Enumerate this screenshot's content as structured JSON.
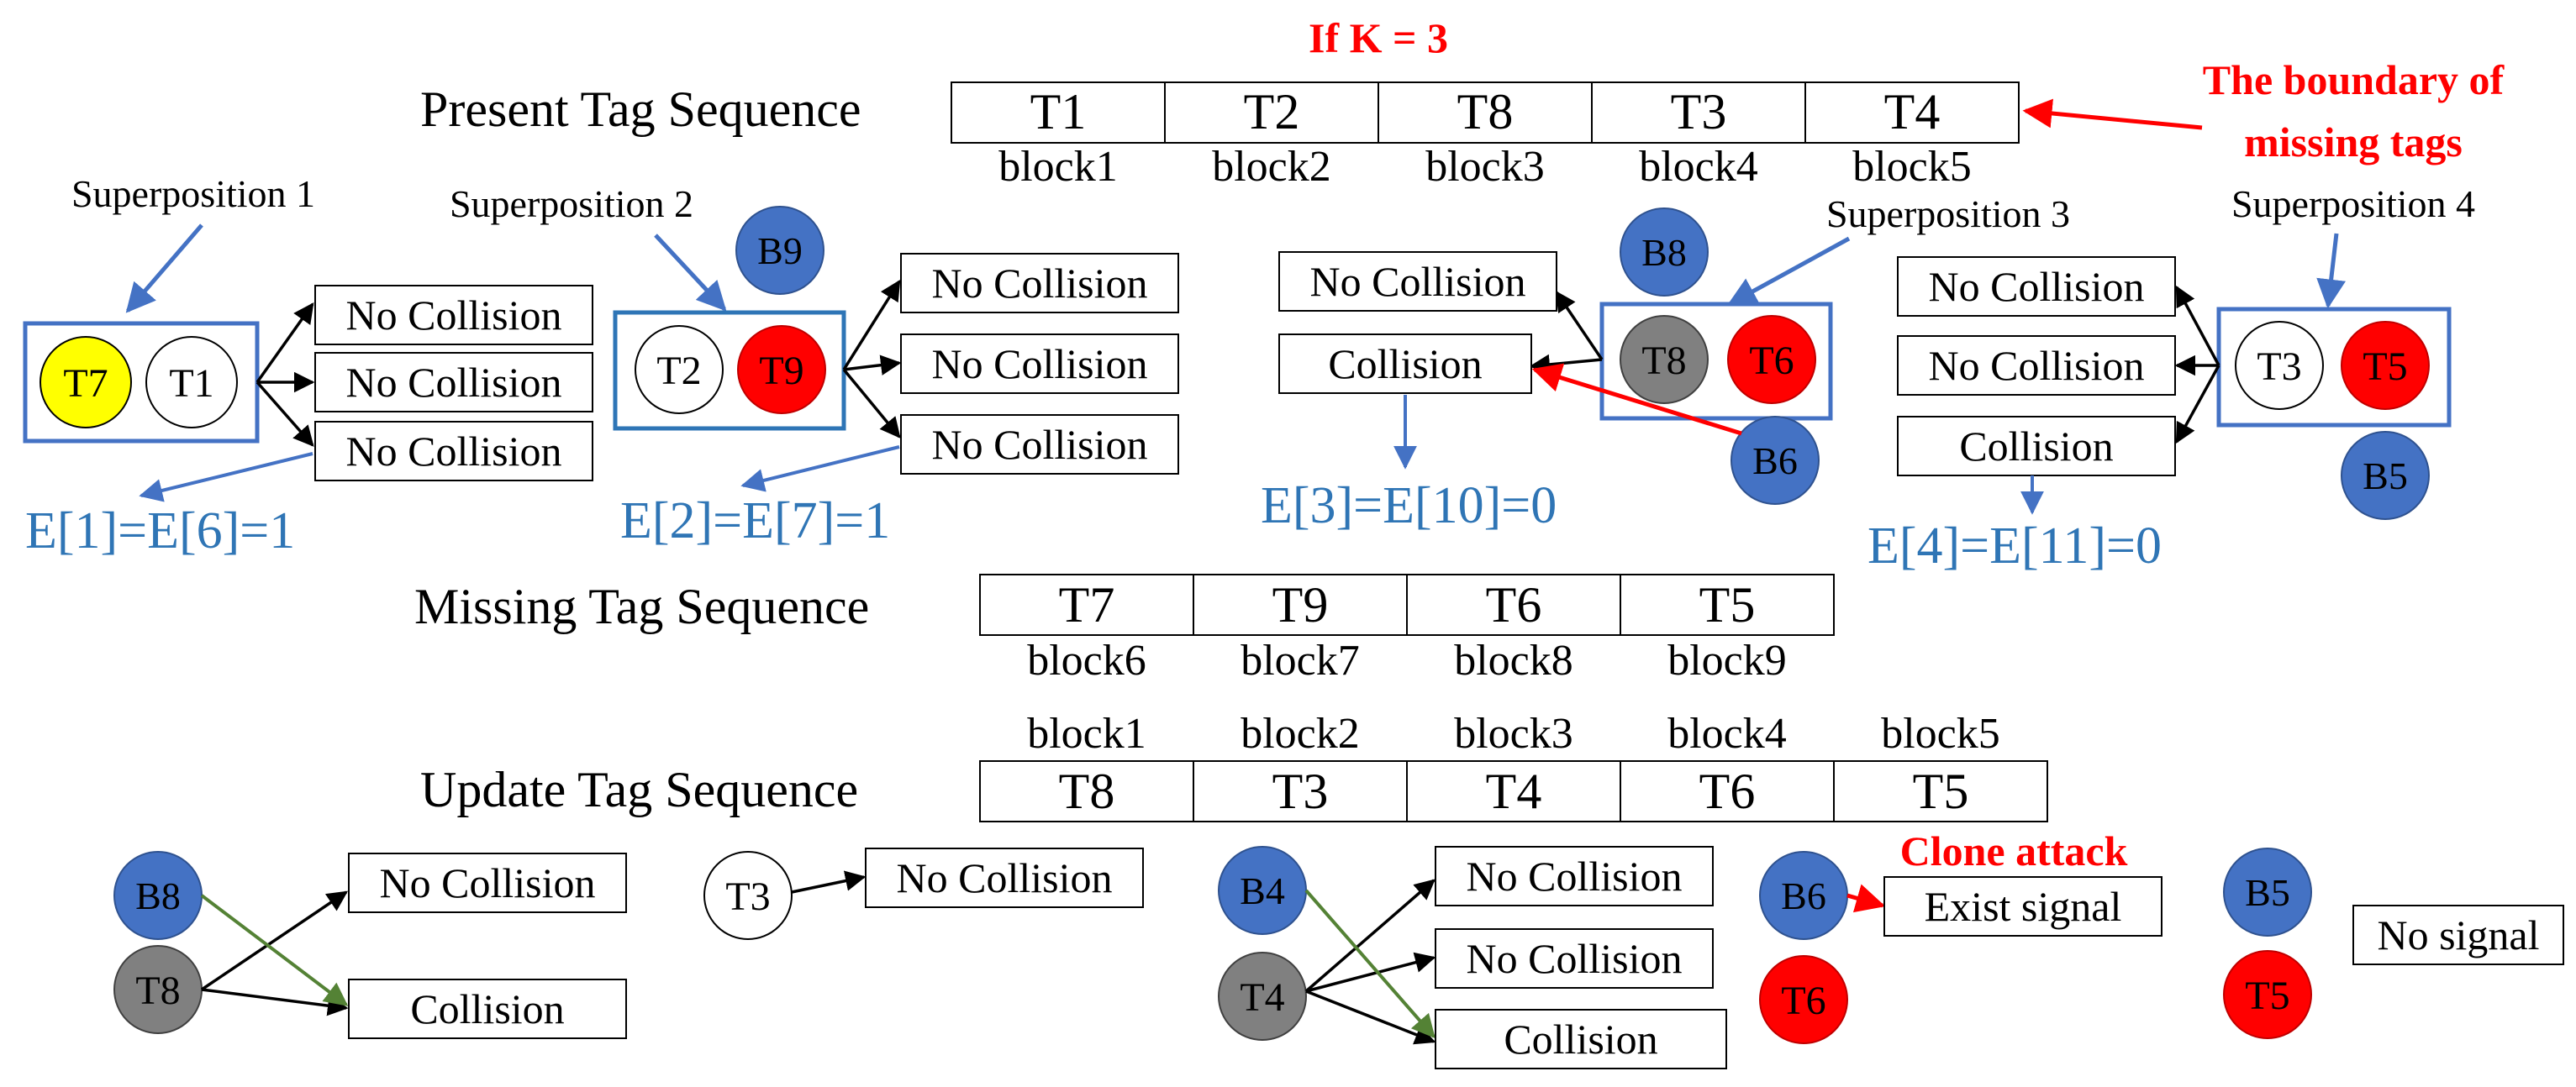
{
  "title": "If K = 3",
  "boundary_note": [
    "The boundary of",
    "missing tags"
  ],
  "clone_attack": "Clone attack",
  "rows": {
    "present": {
      "label": "Present Tag Sequence",
      "cells": [
        "T1",
        "T2",
        "T8",
        "T3",
        "T4"
      ],
      "blocks": [
        "block1",
        "block2",
        "block3",
        "block4",
        "block5"
      ]
    },
    "missing": {
      "label": "Missing Tag Sequence",
      "cells": [
        "T7",
        "T9",
        "T6",
        "T5"
      ],
      "blocks": [
        "block6",
        "block7",
        "block8",
        "block9"
      ]
    },
    "update": {
      "label": "Update Tag Sequence",
      "cells": [
        "T8",
        "T3",
        "T4",
        "T6",
        "T5"
      ],
      "blocks": [
        "block1",
        "block2",
        "block3",
        "block4",
        "block5"
      ]
    }
  },
  "superpositions": [
    {
      "label": "Superposition 1",
      "tags": [
        "T7",
        "T1"
      ],
      "results": [
        "No Collision",
        "No Collision",
        "No Collision"
      ],
      "equation": "E[1]=E[6]=1"
    },
    {
      "label": "Superposition 2",
      "tags": [
        "T2",
        "T9"
      ],
      "extra": "B9",
      "results": [
        "No Collision",
        "No Collision",
        "No Collision"
      ],
      "equation": "E[2]=E[7]=1"
    },
    {
      "label": "Superposition 3",
      "tags": [
        "T8",
        "T6"
      ],
      "extra": [
        "B8",
        "B6"
      ],
      "results": [
        "No Collision",
        "Collision"
      ],
      "equation": "E[3]=E[10]=0"
    },
    {
      "label": "Superposition 4",
      "tags": [
        "T3",
        "T5"
      ],
      "extra": "B5",
      "results": [
        "No Collision",
        "No Collision",
        "Collision"
      ],
      "equation": "E[4]=E[11]=0"
    }
  ],
  "bottom": {
    "g1": {
      "nodes": [
        "B8",
        "T8"
      ],
      "results": [
        "No Collision",
        "Collision"
      ]
    },
    "g2": {
      "nodes": [
        "T3"
      ],
      "results": [
        "No Collision"
      ]
    },
    "g3": {
      "nodes": [
        "B4",
        "T4"
      ],
      "results": [
        "No Collision",
        "No Collision",
        "Collision"
      ]
    },
    "g4": {
      "nodes": [
        "B6",
        "T6"
      ],
      "results": [
        "Exist signal"
      ]
    },
    "g5": {
      "nodes": [
        "B5",
        "T5"
      ],
      "results": [
        "No signal"
      ]
    }
  },
  "colors": {
    "accent_red": "#ff0000",
    "blue_node": "#3f6fc6",
    "blue_text": "#2f75b5",
    "yellow_node": "#ffff00",
    "gray_node": "#808080",
    "green_line": "#548235"
  }
}
